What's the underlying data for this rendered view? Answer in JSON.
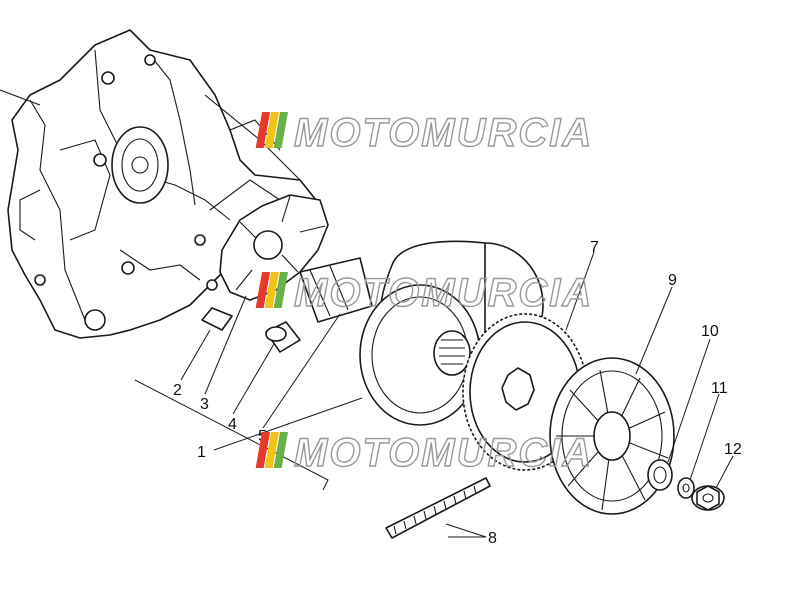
{
  "watermark": {
    "text": "MOTOMURCIA",
    "stripe_colors": [
      "#e53b2c",
      "#f3c318",
      "#6ab04c"
    ]
  },
  "callouts": [
    {
      "id": "1",
      "label": "1"
    },
    {
      "id": "2",
      "label": "2"
    },
    {
      "id": "3",
      "label": "3"
    },
    {
      "id": "4",
      "label": "4"
    },
    {
      "id": "5",
      "label": "5"
    },
    {
      "id": "7",
      "label": "7"
    },
    {
      "id": "8",
      "label": "8"
    },
    {
      "id": "9",
      "label": "9"
    },
    {
      "id": "10",
      "label": "10"
    },
    {
      "id": "11",
      "label": "11"
    },
    {
      "id": "12",
      "label": "12"
    }
  ]
}
